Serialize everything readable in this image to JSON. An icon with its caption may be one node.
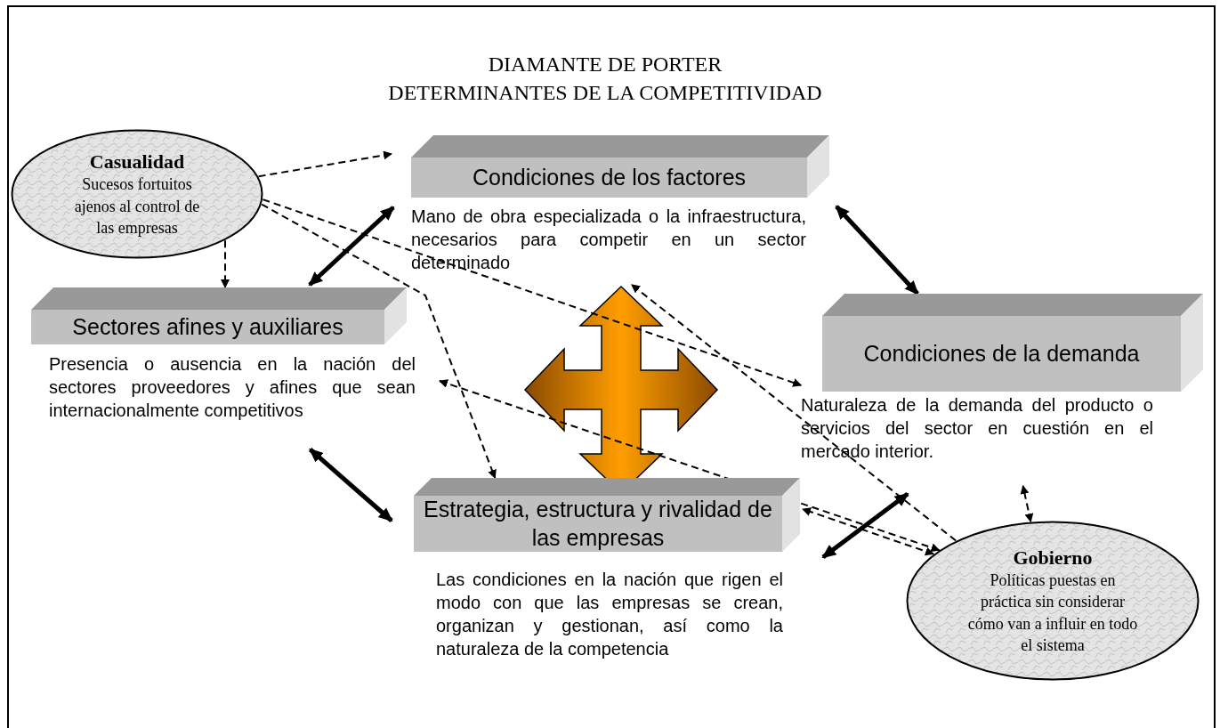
{
  "diagram": {
    "title": "DIAMANTE DE PORTER",
    "nodes": [
      {
        "text": [
          "Casualidad",
          "Sucesos fortuitos ajenos al control de las empresas"
        ]
      },
      {
        "text": [
          "Condiciones de los factores"
        ],
        "beside": [
          "Mano de obra especializada o la infraestructura, necesarios para competir en un sector determinado"
        ]
      },
      {
        "text": [
          "Sectores afines y auxiliares"
        ],
        "beside": [
          "Presencia o ausencia en la nación del sectores proveedores y afines que sean internacionalmente competitivos"
        ]
      },
      {
        "text": [
          "Condiciones de la demanda"
        ],
        "beside": [
          "Naturaleza de la demanda del producto o servicios del sector en cuestión en el mercado interior."
        ]
      },
      {
        "text": [
          "Estrategia, estructura y rivalidad de las empresas"
        ],
        "beside": [
          "Las condiciones en la nación que rigen el modo con que las empresas se crean, organizan y gestionan, así como la naturaleza de la competencia"
        ]
      },
      {
        "text": [
          "Gobierno",
          "Políticas puestas en práctica sin considerar cómo van a influir en todo el sistema"
        ]
      }
    ],
    "edges": [
      {
        "from": 0,
        "to": 1,
        "arrow": "to",
        "style": "dashed"
      },
      {
        "from": 0,
        "to": 2,
        "arrow": "to",
        "style": "dashed"
      },
      {
        "from": 0,
        "to": 3,
        "arrow": "to",
        "style": "dashed"
      },
      {
        "from": 0,
        "to": 4,
        "arrow": "to",
        "style": "dashed"
      },
      {
        "from": 5,
        "to": 1,
        "arrow": "to",
        "style": "dashed"
      },
      {
        "from": 5,
        "to": 2,
        "arrow": "both",
        "style": "dashed"
      },
      {
        "from": 5,
        "to": 4,
        "arrow": "both",
        "style": "dashed"
      },
      {
        "from": 5,
        "to": 3,
        "arrow": "both",
        "style": "dashed"
      },
      {
        "from": 1,
        "to": 2,
        "arrow": "both",
        "style": "thick"
      },
      {
        "from": 1,
        "to": 3,
        "arrow": "both",
        "style": "thick"
      },
      {
        "from": 2,
        "to": 4,
        "arrow": "both",
        "style": "thick"
      },
      {
        "from": 4,
        "to": 3,
        "arrow": "both",
        "style": "thick"
      }
    ],
    "labels": [
      "DETERMINANTES DE LA COMPETITIVIDAD"
    ]
  }
}
